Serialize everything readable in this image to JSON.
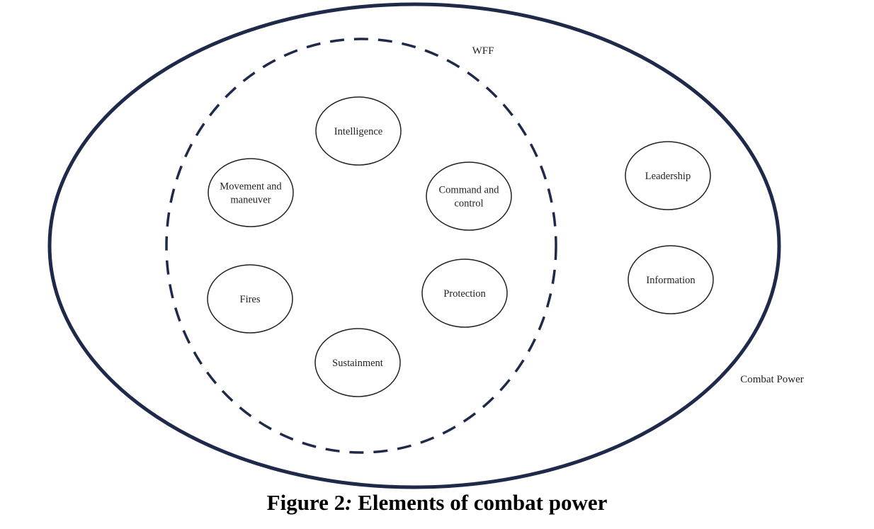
{
  "diagram": {
    "outer_label": "Combat Power",
    "inner_label": "WFF",
    "wff_nodes": [
      {
        "id": "intelligence",
        "lines": [
          "Intelligence"
        ]
      },
      {
        "id": "movement-and-maneuver",
        "lines": [
          "Movement and",
          "maneuver"
        ]
      },
      {
        "id": "command-and-control",
        "lines": [
          "Command and",
          "control"
        ]
      },
      {
        "id": "fires",
        "lines": [
          "Fires"
        ]
      },
      {
        "id": "protection",
        "lines": [
          "Protection"
        ]
      },
      {
        "id": "sustainment",
        "lines": [
          "Sustainment"
        ]
      }
    ],
    "other_nodes": [
      {
        "id": "leadership",
        "lines": [
          "Leadership"
        ]
      },
      {
        "id": "information",
        "lines": [
          "Information"
        ]
      }
    ]
  },
  "caption": {
    "prefix": "Figure 2",
    "separator": ":",
    "text": " Elements of combat power"
  },
  "colors": {
    "outer_stroke": "#1f2a4a",
    "node_stroke": "#222222",
    "dashed_stroke": "#1f2a4a"
  }
}
